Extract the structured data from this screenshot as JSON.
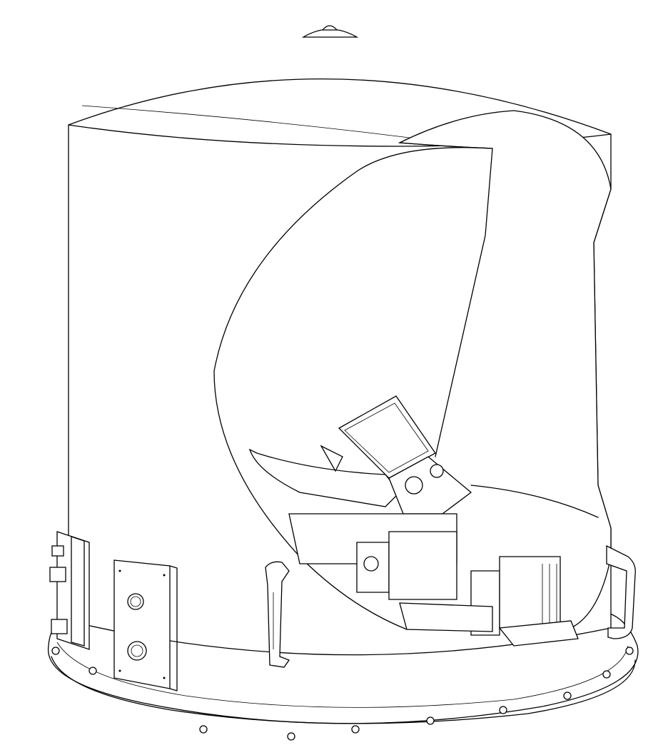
{
  "drawing": {
    "colors": {
      "line": "#000000",
      "background": "#ffffff"
    },
    "icons": [
      "radome-housing",
      "cutaway-view",
      "antenna-assembly",
      "base-flange",
      "connector-panel",
      "carry-handle"
    ]
  }
}
